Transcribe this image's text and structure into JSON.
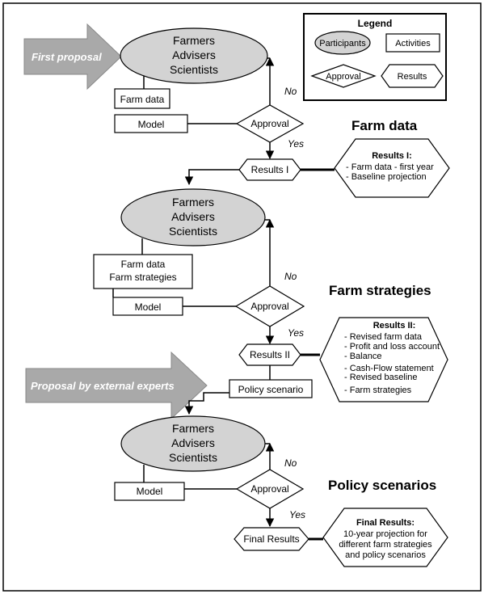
{
  "legend": {
    "title": "Legend",
    "participants": "Participants",
    "activities": "Activities",
    "approval": "Approval",
    "results": "Results"
  },
  "participants": [
    "Farmers",
    "Advisers",
    "Scientists"
  ],
  "proposals": {
    "first": "First proposal",
    "external": "Proposal by external experts"
  },
  "stage1": {
    "heading": "Farm data",
    "activities": [
      "Farm data",
      "Model"
    ],
    "approval": "Approval",
    "no": "No",
    "yes": "Yes",
    "result": "Results I",
    "details_title": "Results I:",
    "details": [
      "- Farm data - first year",
      "- Baseline projection"
    ]
  },
  "stage2": {
    "heading": "Farm strategies",
    "activity_lines": [
      "Farm data",
      "Farm strategies"
    ],
    "model": "Model",
    "approval": "Approval",
    "no": "No",
    "yes": "Yes",
    "result": "Results II",
    "policy": "Policy scenario",
    "details_title": "Results II:",
    "details": [
      "- Revised farm data",
      "- Profit and loss account",
      "- Balance",
      "- Cash-Flow statement",
      "- Revised baseline",
      "- Farm strategies"
    ]
  },
  "stage3": {
    "heading": "Policy scenarios",
    "model": "Model",
    "approval": "Approval",
    "no": "No",
    "yes": "Yes",
    "result": "Final Results",
    "details_title": "Final Results:",
    "details": [
      "10-year projection for",
      "different farm strategies",
      "and policy scenarios"
    ]
  },
  "colors": {
    "participant_fill": "#d3d3d3",
    "proposal_arrow": "#a9a9a9",
    "stroke": "#000000"
  }
}
